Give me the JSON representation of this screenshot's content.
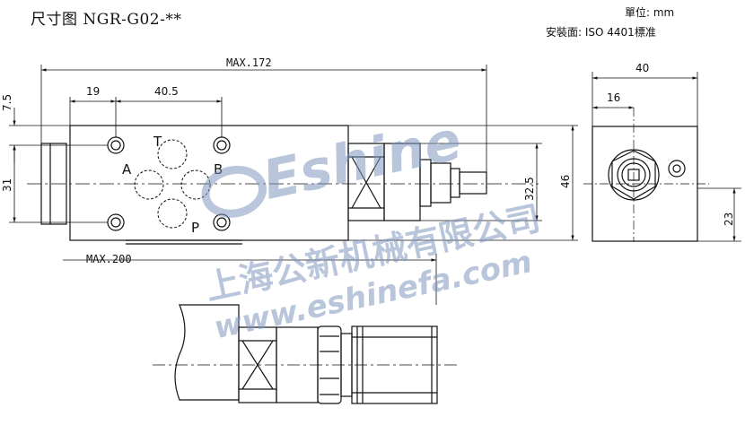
{
  "header": {
    "title": "尺寸图 NGR-G02-**",
    "unit": "單位: mm",
    "mounting": "安裝面: ISO 4401標准"
  },
  "front_view": {
    "max_length": "MAX.172",
    "dim_19": "19",
    "dim_40_5": "40.5",
    "dim_7_5": "7.5",
    "dim_31": "31",
    "dim_32_5": "32.5",
    "dim_46": "46",
    "max_adjust": "MAX.200",
    "port_t": "T",
    "port_a": "A",
    "port_b": "B",
    "port_p": "P"
  },
  "side_view": {
    "dim_40": "40",
    "dim_16": "16",
    "dim_23": "23"
  },
  "watermark": {
    "brand": "Eshine",
    "company": "上海公新机械有限公司",
    "url": "www.eshinefa.com"
  },
  "colors": {
    "line": "#111111",
    "watermark": "#7f97bd"
  }
}
